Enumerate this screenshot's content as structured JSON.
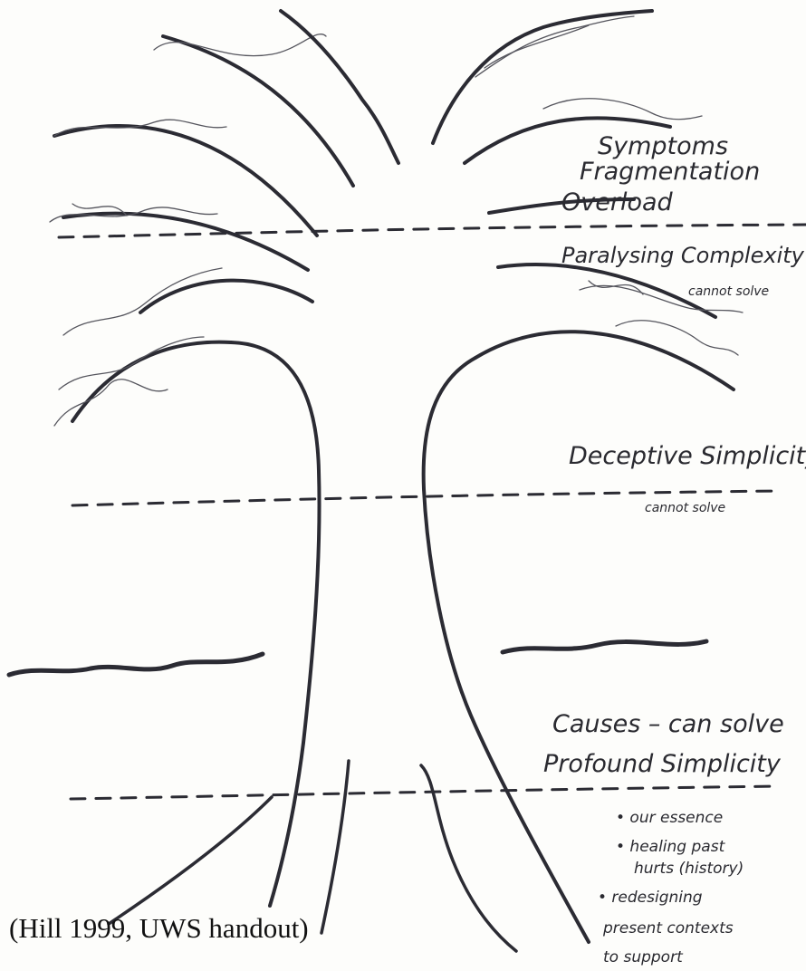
{
  "labels": {
    "symptoms": "Symptoms",
    "fragmentation": "Fragmentation",
    "overload": "Overload",
    "paralysing": "Paralysing Complexity",
    "paralysing_note": "cannot solve",
    "deceptive": "Deceptive Simplicity",
    "deceptive_note": "cannot solve",
    "causes": "Causes – can solve",
    "profound": "Profound Simplicity",
    "bullets": [
      "• our essence",
      "• healing past",
      "hurts (history)",
      "• redesigning",
      "present contexts",
      "to support"
    ]
  },
  "caption": "(Hill 1999, UWS handout)",
  "colors": {
    "ink": "#2b2b33",
    "paper": "#fdfdfb"
  }
}
